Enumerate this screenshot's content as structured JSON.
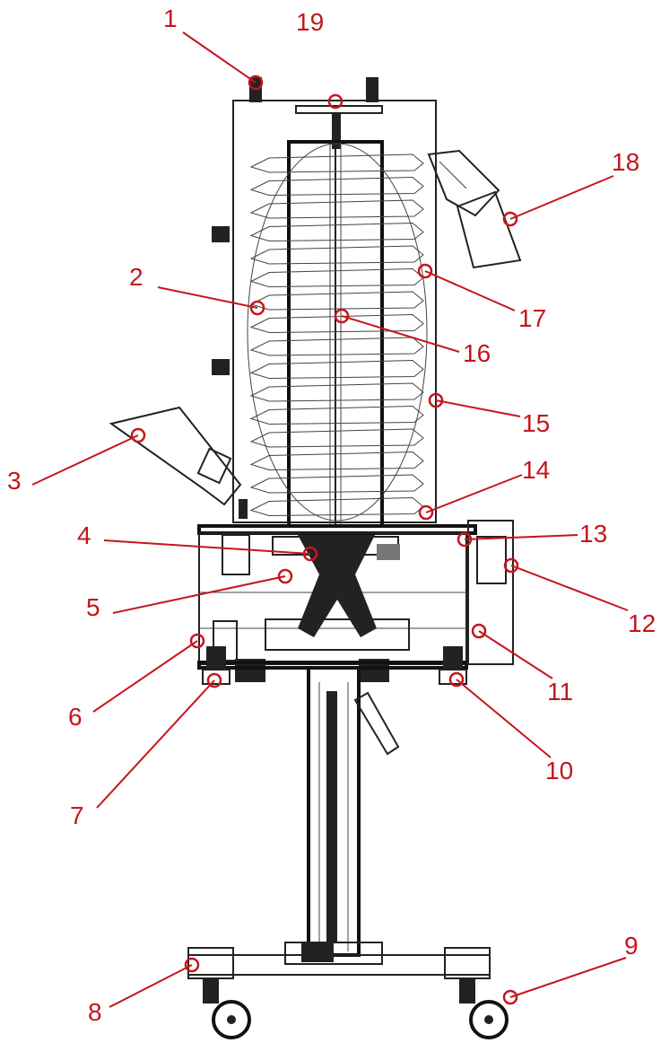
{
  "diagram": {
    "accent_color": "#c4161c",
    "callouts": [
      {
        "label": "1"
      },
      {
        "label": "2"
      },
      {
        "label": "3"
      },
      {
        "label": "4"
      },
      {
        "label": "5"
      },
      {
        "label": "6"
      },
      {
        "label": "7"
      },
      {
        "label": "8"
      },
      {
        "label": "9"
      },
      {
        "label": "10"
      },
      {
        "label": "11"
      },
      {
        "label": "12"
      },
      {
        "label": "13"
      },
      {
        "label": "14"
      },
      {
        "label": "15"
      },
      {
        "label": "16"
      },
      {
        "label": "17"
      },
      {
        "label": "18"
      },
      {
        "label": "19"
      }
    ]
  }
}
